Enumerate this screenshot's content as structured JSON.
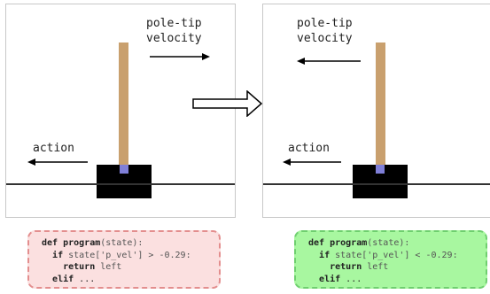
{
  "left_panel": {
    "velocity_label_line1": "pole-tip",
    "velocity_label_line2": "velocity",
    "action_label": "action",
    "code": {
      "kw_def": "def",
      "fn_name": "program",
      "args": "(state):",
      "kw_if": "if",
      "cond": "state['p_vel'] > -0.29:",
      "kw_return": "return",
      "ret_val": "left",
      "kw_elif": "elif",
      "ellipsis": "...",
      "border_color": "#e38e8e",
      "bg_color": "#fbe0e0"
    }
  },
  "right_panel": {
    "velocity_label_line1": "pole-tip",
    "velocity_label_line2": "velocity",
    "action_label": "action",
    "code": {
      "kw_def": "def",
      "fn_name": "program",
      "args": "(state):",
      "kw_if": "if",
      "cond": "state['p_vel'] < -0.29:",
      "kw_return": "return",
      "ret_val": "left",
      "kw_elif": "elif",
      "ellipsis": "...",
      "border_color": "#6fcf6f",
      "bg_color": "#a8f7a0"
    }
  },
  "icons": {
    "transition": "hollow-right-arrow-icon",
    "velocity_left": "right-arrow-icon",
    "velocity_right": "left-arrow-icon",
    "action": "left-arrow-icon"
  }
}
